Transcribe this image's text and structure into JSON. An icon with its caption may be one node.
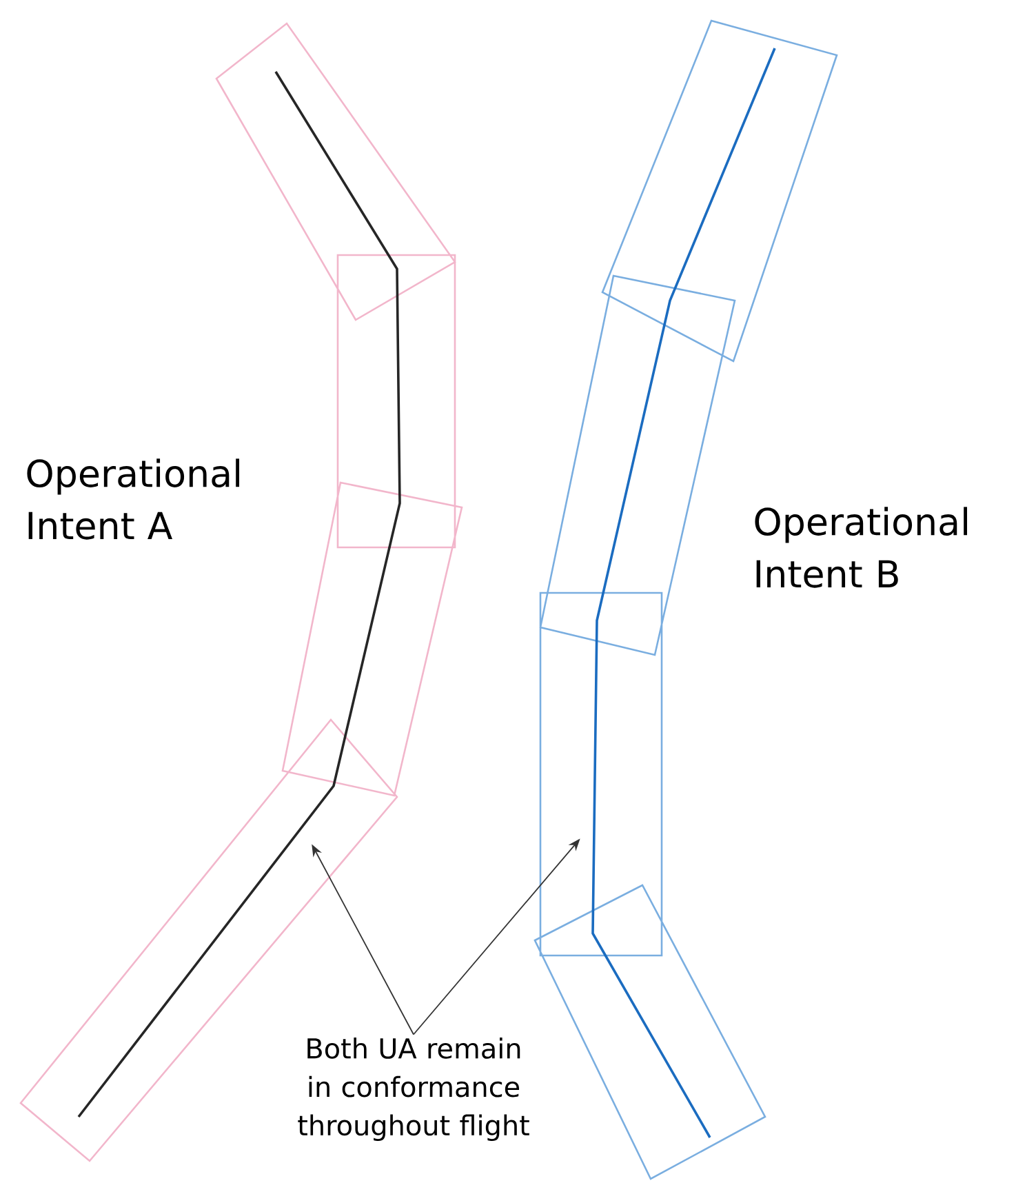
{
  "diagram": {
    "nodes": [
      {
        "text": [
          "Both UA remain in conformance throughout flight"
        ]
      },
      {
        "text": [],
        "shape": "line"
      },
      {
        "text": [],
        "shape": "line"
      }
    ],
    "edges": [
      {
        "from": 0,
        "to": 1,
        "arrow": "to"
      },
      {
        "from": 0,
        "to": 2,
        "arrow": "to"
      }
    ],
    "labels": [
      "Operational Intent A",
      "Operational Intent B"
    ]
  }
}
